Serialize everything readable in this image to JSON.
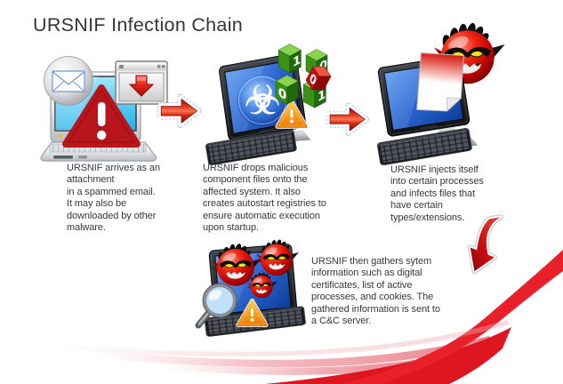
{
  "title": "URSNIF Infection Chain",
  "glyphs": {
    "biohazard": "☣"
  },
  "dice": [
    "1",
    "0",
    "0",
    "1",
    "0"
  ],
  "colors": {
    "swoosh_red": "#e8202a",
    "arrow_red": "#d8331c",
    "screen_blue": "#2a64cf",
    "laptop_cyan": "#45c8f0",
    "warning_red": "#b8161c",
    "warning_orange": "#f08418",
    "text": "#383838"
  },
  "stages": [
    {
      "icon": "laptop-email-warning",
      "caption": "URSNIF arrives as an\nattachment\nin a spammed email.\nIt may also be\ndownloaded by other\nmalware."
    },
    {
      "icon": "desktop-biohazard-binary-dice",
      "caption": "URSNIF drops malicious\ncomponent files onto the\naffected system. It also\ncreates autostart registries to\nensure automatic execution\nupon startup."
    },
    {
      "icon": "desktop-infected-document-bird",
      "caption": "URSNIF injects itself\ninto certain processes\nand infects files that\nhave certain\ntypes/extensions."
    },
    {
      "icon": "desktop-spy-birds-magnifier",
      "caption": "URSNIF then gathers sytem\ninformation such as digital\ncertificates, list of active\nprocesses, and cookies. The\ngathered information is sent to\na C&C server."
    }
  ],
  "connectors": [
    "arrow-right",
    "arrow-right",
    "arrow-down"
  ]
}
